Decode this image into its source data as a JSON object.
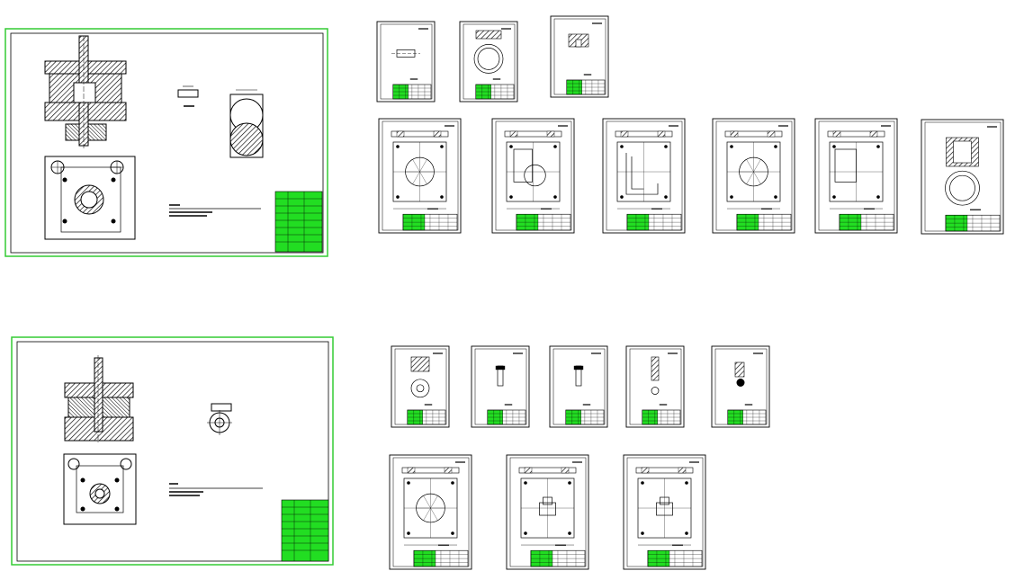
{
  "view": {
    "background": "#ffffff",
    "ink": "#000000",
    "frame_green": "#33cc33",
    "title_block_green": "#22dd22"
  },
  "sheets": {
    "assembly": [
      {
        "name": "assembly-drawing-top",
        "kind": "assembly"
      },
      {
        "name": "assembly-drawing-bottom",
        "kind": "assembly"
      }
    ],
    "parts": [
      {
        "name": "part-sheet-row1-1",
        "content": "punch-small"
      },
      {
        "name": "part-sheet-row1-2",
        "content": "ring-block"
      },
      {
        "name": "part-sheet-row1-3",
        "content": "stripper-small"
      },
      {
        "name": "part-sheet-row2-1",
        "content": "plate-circle"
      },
      {
        "name": "part-sheet-row2-2",
        "content": "plate-offset-circle"
      },
      {
        "name": "part-sheet-row2-3",
        "content": "plate-slot"
      },
      {
        "name": "part-sheet-row2-4",
        "content": "plate-circle"
      },
      {
        "name": "part-sheet-row2-5",
        "content": "plate-cross"
      },
      {
        "name": "part-sheet-row2-6",
        "content": "die-ring"
      },
      {
        "name": "part-sheet-row3-1",
        "content": "punch-ring"
      },
      {
        "name": "part-sheet-row3-2",
        "content": "pin"
      },
      {
        "name": "part-sheet-row3-3",
        "content": "pin"
      },
      {
        "name": "part-sheet-row3-4",
        "content": "punch-tall"
      },
      {
        "name": "part-sheet-row3-5",
        "content": "punch-small-b"
      },
      {
        "name": "part-sheet-row4-1",
        "content": "plate-circle"
      },
      {
        "name": "part-sheet-row4-2",
        "content": "plate-square-cut"
      },
      {
        "name": "part-sheet-row4-3",
        "content": "plate-square-cut"
      }
    ]
  }
}
